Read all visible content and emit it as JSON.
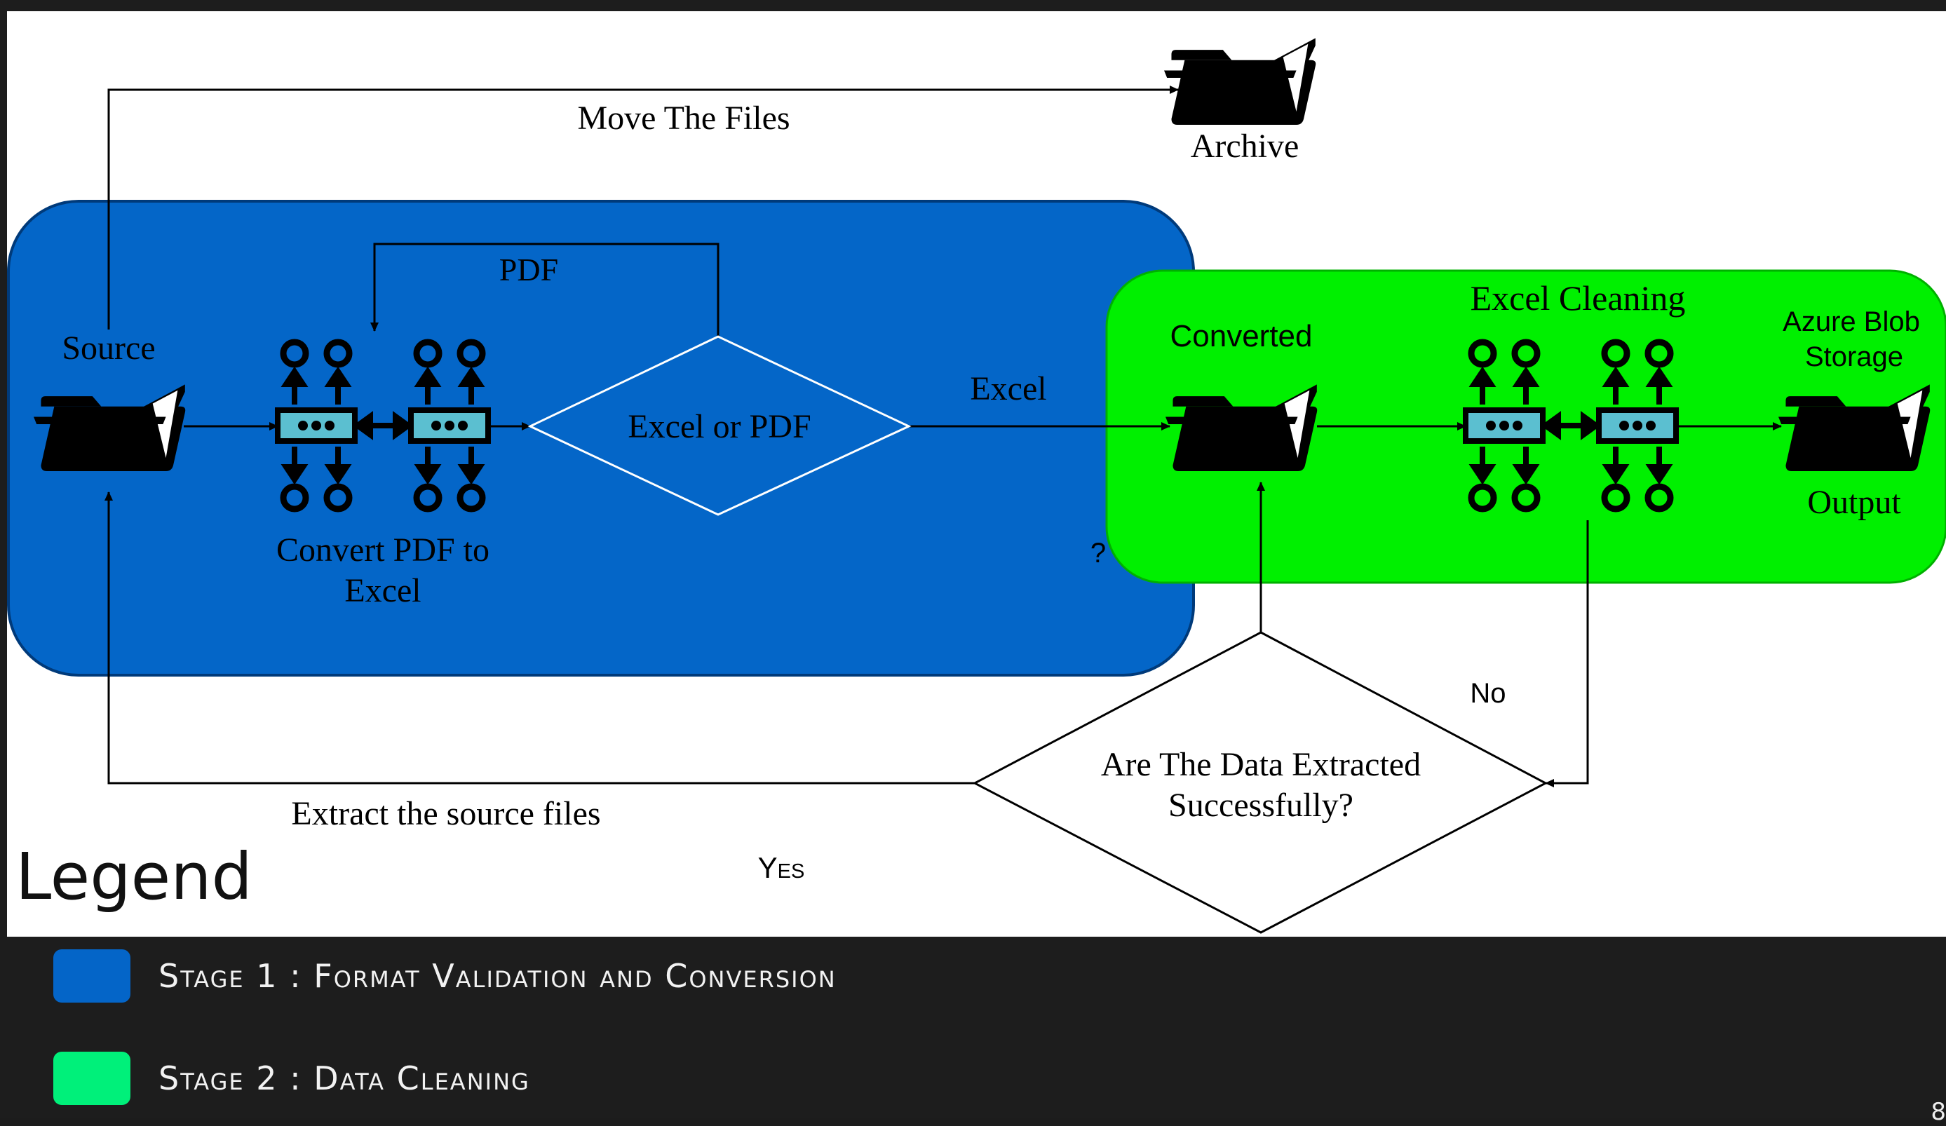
{
  "diagram": {
    "archive_label": "Archive",
    "move_files_label": "Move The Files",
    "source_label": "Source",
    "pdf_label": "PDF",
    "convert_label_line1": "Convert PDF to",
    "convert_label_line2": "Excel",
    "decision_format_label": "Excel or PDF",
    "excel_label": "Excel",
    "question_mark": "?",
    "converted_label": "Converted",
    "excel_cleaning_label": "Excel Cleaning",
    "azure_label_line1": "Azure Blob",
    "azure_label_line2": "Storage",
    "output_label": "Output",
    "decision_extract_line1": "Are The Data Extracted",
    "decision_extract_line2": "Successfully?",
    "no_label": "No",
    "yes_label": "Yes",
    "extract_source_label": "Extract the source files"
  },
  "legend": {
    "title": "Legend",
    "items": [
      {
        "label": "Stage 1 : Format Validation and Conversion",
        "color": "#0465c8"
      },
      {
        "label": "Stage 2 : Data Cleaning",
        "color": "#00f07a"
      }
    ]
  },
  "colors": {
    "stage1_region": "#0466c8",
    "stage2_region": "#00f000",
    "connector_icon_fill": "#5bbfd0"
  },
  "page_number": "8"
}
